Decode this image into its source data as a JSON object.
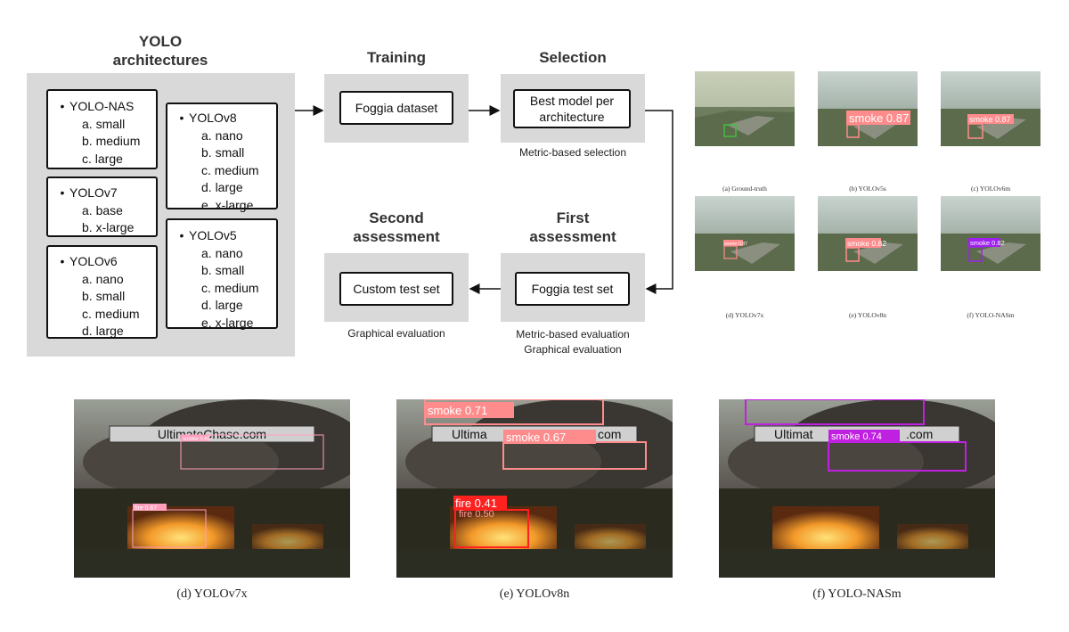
{
  "diagram": {
    "titles": {
      "architectures": "YOLO\narchitectures",
      "training": "Training",
      "selection": "Selection",
      "second_assessment": "Second\nassessment",
      "first_assessment": "First\nassessment"
    },
    "architectures": [
      {
        "name": "YOLO-NAS",
        "variants": [
          "a. small",
          "b. medium",
          "c. large"
        ]
      },
      {
        "name": "YOLOv7",
        "variants": [
          "a. base",
          "b. x-large"
        ]
      },
      {
        "name": "YOLOv6",
        "variants": [
          "a. nano",
          "b. small",
          "c. medium",
          "d. large"
        ]
      },
      {
        "name": "YOLOv8",
        "variants": [
          "a. nano",
          "b. small",
          "c. medium",
          "d. large",
          "e. x-large"
        ]
      },
      {
        "name": "YOLOv5",
        "variants": [
          "a. nano",
          "b. small",
          "c. medium",
          "d. large",
          "e. x-large"
        ]
      }
    ],
    "boxes": {
      "foggia_dataset": "Foggia dataset",
      "best_model": "Best model per\narchitecture",
      "foggia_test": "Foggia test set",
      "custom_test": "Custom test set"
    },
    "captions": {
      "selection": "Metric-based selection",
      "first": "Metric-based evaluation\nGraphical evaluation",
      "second": "Graphical evaluation"
    },
    "bullet": "•"
  },
  "thumbnails": [
    {
      "caption": "(a) Ground-truth",
      "label": "",
      "box_color": "#3fbf3f"
    },
    {
      "caption": "(b) YOLOv5s",
      "label": "smoke 0.87",
      "box_color": "#ff8c8c"
    },
    {
      "caption": "(c) YOLOv6m",
      "label": "smoke 0.87",
      "box_color": "#ff8c8c"
    },
    {
      "caption": "(d) YOLOv7x",
      "label": "smoke 0.87",
      "box_color": "#ff8c8c"
    },
    {
      "caption": "(e) YOLOv8n",
      "label": "smoke 0.82",
      "box_color": "#ff8c8c"
    },
    {
      "caption": "(f) YOLO-NASm",
      "label": "smoke 0.82",
      "box_color": "#a020f0"
    }
  ],
  "fire_images": [
    {
      "caption": "(d) YOLOv7x",
      "banner": "UltimateChase.com",
      "smoke_label": "smoke 0.65",
      "fire_label": "fire 0.67",
      "color": "#ff9ebd"
    },
    {
      "caption": "(e) YOLOv8n",
      "banner": "Ultima",
      "banner_end": "com",
      "smoke_labels": [
        "smoke 0.71",
        "smoke 0.67"
      ],
      "fire_labels": [
        "fire 0.41",
        "fire 0.50"
      ],
      "color": "#ff8c8c",
      "fire_color": "#ff2020"
    },
    {
      "caption": "(f) YOLO-NASm",
      "banner": "Ultimat",
      "banner_end": ".com",
      "smoke_label": "smoke 0.74",
      "color": "#c020e0"
    }
  ]
}
